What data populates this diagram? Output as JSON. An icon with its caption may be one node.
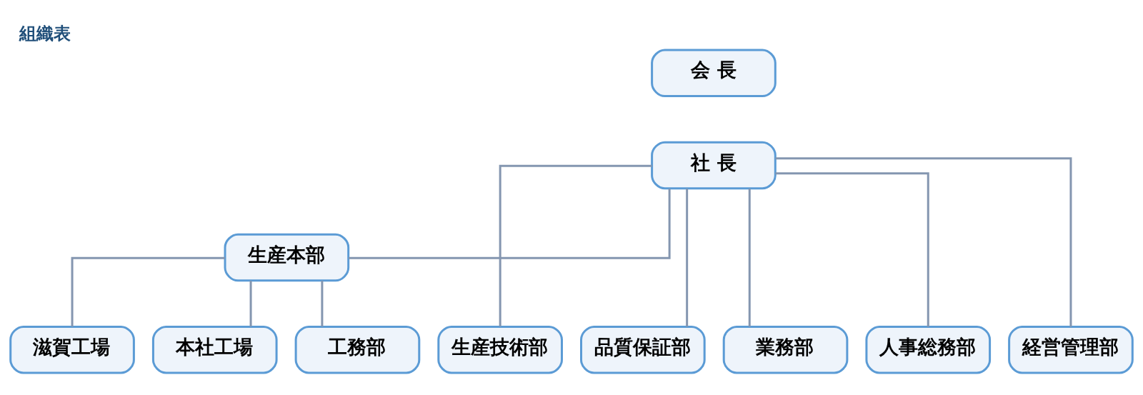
{
  "diagram": {
    "title": "組織表",
    "nodes": [
      {
        "text": [
          "会 長"
        ]
      },
      {
        "text": [
          "社 長"
        ]
      },
      {
        "text": [
          "生産本部"
        ]
      },
      {
        "text": [
          "滋賀工場"
        ]
      },
      {
        "text": [
          "本社工場"
        ]
      },
      {
        "text": [
          "工務部"
        ]
      },
      {
        "text": [
          "生産技術部"
        ]
      },
      {
        "text": [
          "品質保証部"
        ]
      },
      {
        "text": [
          "業務部"
        ]
      },
      {
        "text": [
          "人事総務部"
        ]
      },
      {
        "text": [
          "経営管理部"
        ]
      }
    ],
    "edges": [
      {
        "from": 1,
        "to": 2,
        "arrow": "none"
      },
      {
        "from": 1,
        "to": 6,
        "arrow": "none"
      },
      {
        "from": 1,
        "to": 7,
        "arrow": "none"
      },
      {
        "from": 1,
        "to": 8,
        "arrow": "none"
      },
      {
        "from": 1,
        "to": 9,
        "arrow": "none"
      },
      {
        "from": 1,
        "to": 10,
        "arrow": "none"
      },
      {
        "from": 2,
        "to": 3,
        "arrow": "none"
      },
      {
        "from": 2,
        "to": 4,
        "arrow": "none"
      },
      {
        "from": 2,
        "to": 5,
        "arrow": "none"
      }
    ]
  }
}
